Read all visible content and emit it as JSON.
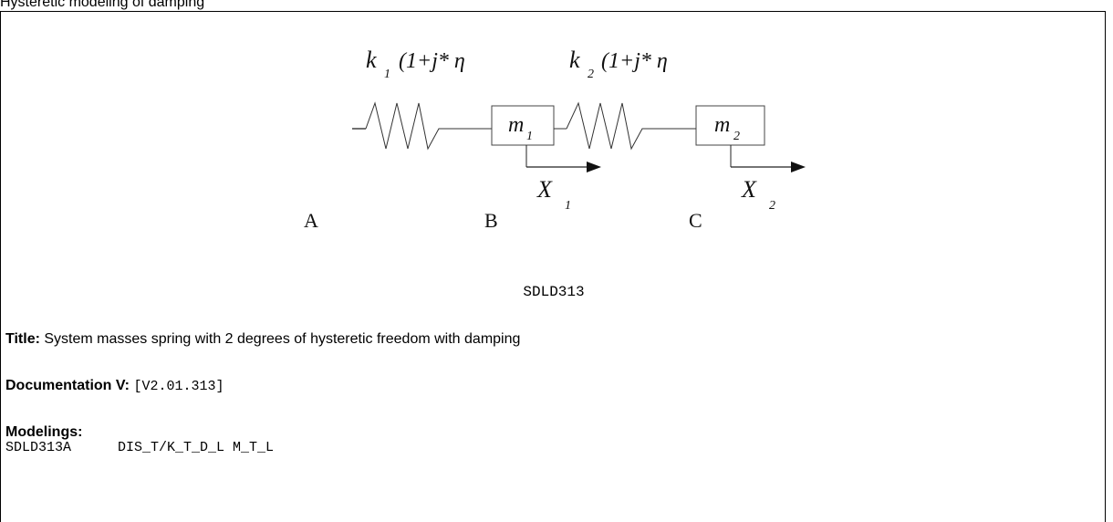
{
  "heading": "Hysteretic modeling of damping",
  "figure": {
    "spring1_label_k": "k",
    "spring1_label_sub": "1",
    "spring1_label_expr": "(1+j* η",
    "spring2_label_k": "k",
    "spring2_label_sub": "2",
    "spring2_label_expr": "(1+j* η",
    "mass1_label": "m",
    "mass1_sub": "1",
    "mass2_label": "m",
    "mass2_sub": "2",
    "disp1_label": "X",
    "disp1_sub": "1",
    "disp2_label": "X",
    "disp2_sub": "2",
    "node_a": "A",
    "node_b": "B",
    "node_c": "C"
  },
  "caption": "SDLD313",
  "title_label": "Title:",
  "title_value": " System masses spring with 2 degrees of hysteretic freedom with damping",
  "doc_label": "Documentation V:",
  "doc_value": "[V2.01.313]",
  "modelings_label": "Modelings:",
  "modelings": [
    {
      "code": "SDLD313A",
      "elements": "DIS_T/K_T_D_L M_T_L"
    }
  ]
}
